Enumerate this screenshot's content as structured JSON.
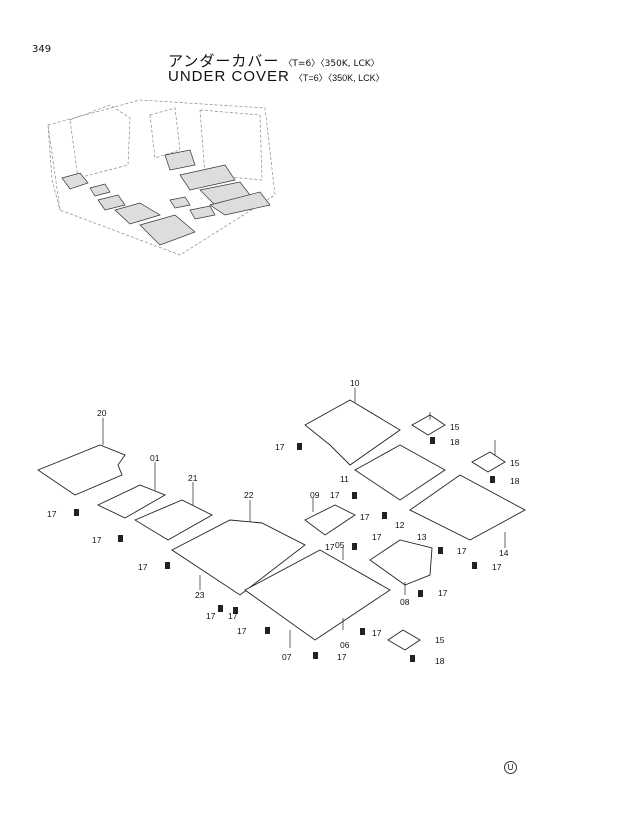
{
  "page_number": "349",
  "title_jp": "アンダーカバー",
  "title_en": "UNDER COVER",
  "spec": "〈T=6〉〈350K, LCK〉",
  "part_labels": {
    "p01": "01",
    "p05": "05",
    "p06": "06",
    "p07": "07",
    "p08": "08",
    "p09": "09",
    "p10": "10",
    "p11": "11",
    "p12": "12",
    "p13": "13",
    "p14": "14",
    "p15": "15",
    "p17": "17",
    "p18": "18",
    "p20": "20",
    "p21": "21",
    "p22": "22",
    "p23": "23"
  },
  "corner_mark": "U"
}
